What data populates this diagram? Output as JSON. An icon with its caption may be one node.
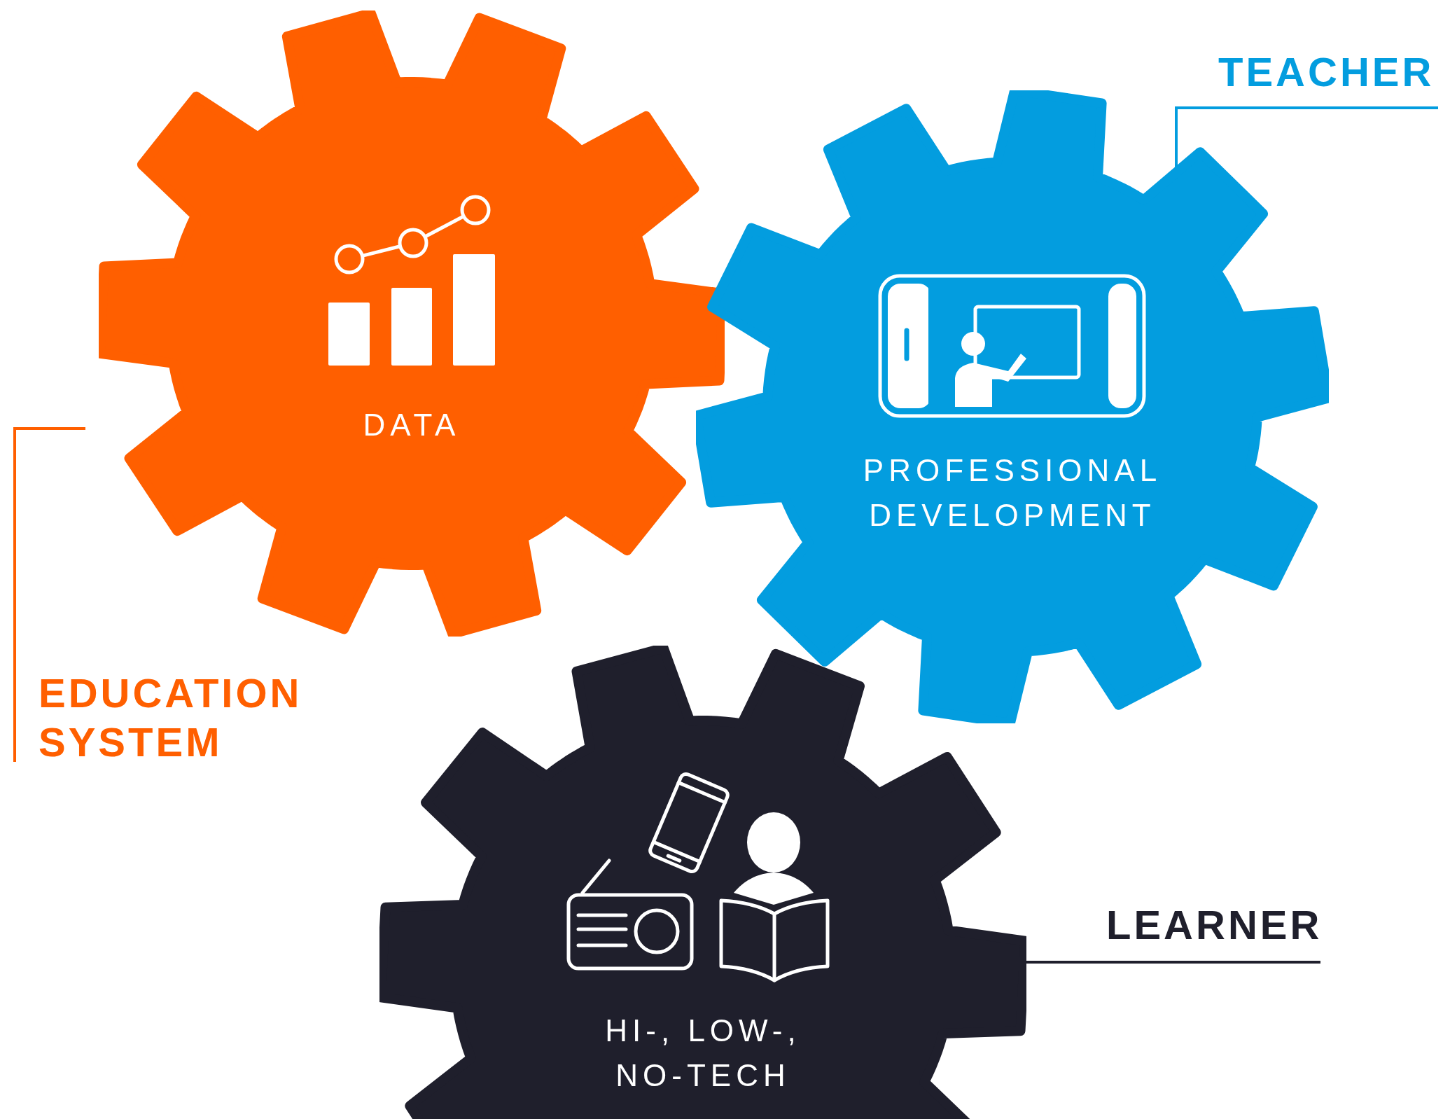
{
  "diagram": {
    "nodes": [
      {
        "text": [
          "DATA"
        ]
      },
      {
        "text": [
          "PROFESSIONAL DEVELOPMENT"
        ]
      },
      {
        "text": [
          "HI-, LOW-, NO-TECH"
        ]
      }
    ],
    "labels": [
      "TEACHER",
      "EDUCATION SYSTEM",
      "LEARNER"
    ]
  }
}
